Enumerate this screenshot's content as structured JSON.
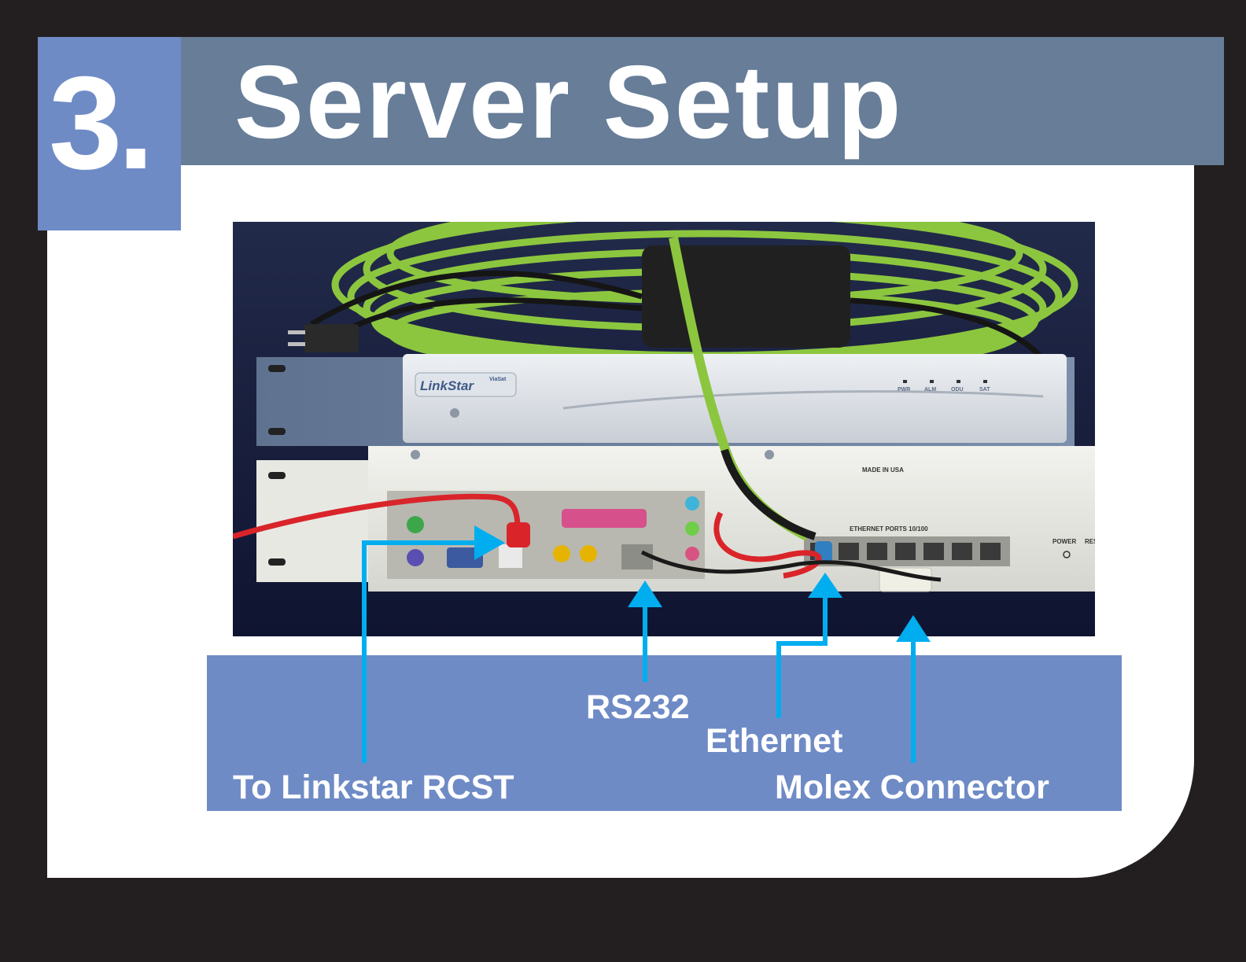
{
  "step": {
    "number": "3."
  },
  "header": {
    "title": "Server Setup"
  },
  "photo": {
    "router_brand": "LinkStar",
    "router_vendor": "ViaSat",
    "router_leds": [
      "PWR",
      "ALM",
      "ODU",
      "SAT"
    ],
    "server_made_in": "MADE IN USA",
    "server_ports_label": "ETHERNET PORTS 10/100",
    "server_power_label": "POWER",
    "server_reset_label": "RES"
  },
  "callouts": {
    "linkstar": "To Linkstar RCST",
    "rs232": "RS232",
    "ethernet": "Ethernet",
    "molex": "Molex Connector"
  },
  "colors": {
    "background": "#231f20",
    "title_bar": "#677d98",
    "accent_blue": "#6f8bc6",
    "arrow": "#00aeef"
  }
}
